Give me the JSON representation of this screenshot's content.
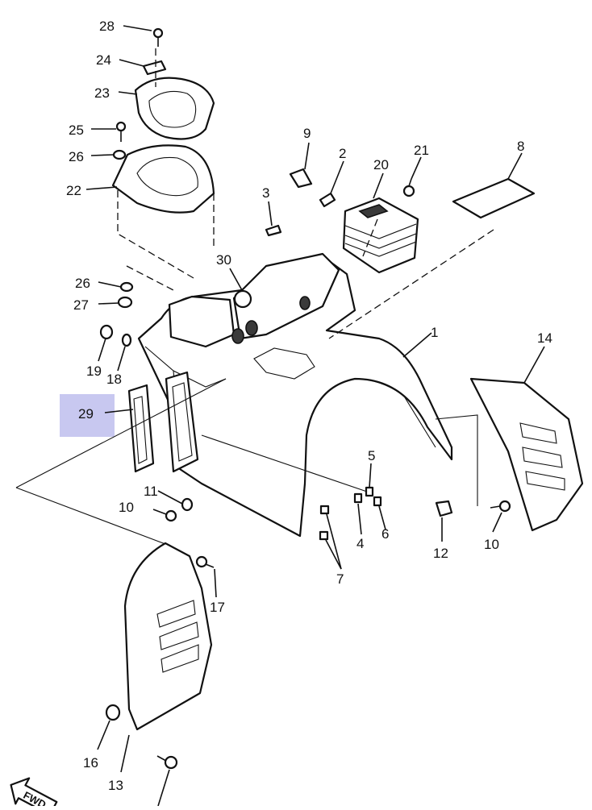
{
  "diagram": {
    "highlight_color": "#c8c8f0",
    "line_color": "#111111",
    "highlighted_part": "29",
    "callouts": [
      {
        "id": "c28",
        "label": "28"
      },
      {
        "id": "c24",
        "label": "24"
      },
      {
        "id": "c23",
        "label": "23"
      },
      {
        "id": "c25",
        "label": "25"
      },
      {
        "id": "c26a",
        "label": "26"
      },
      {
        "id": "c22",
        "label": "22"
      },
      {
        "id": "c9",
        "label": "9"
      },
      {
        "id": "c2",
        "label": "2"
      },
      {
        "id": "c20",
        "label": "20"
      },
      {
        "id": "c21",
        "label": "21"
      },
      {
        "id": "c8",
        "label": "8"
      },
      {
        "id": "c3",
        "label": "3"
      },
      {
        "id": "c30",
        "label": "30"
      },
      {
        "id": "c26b",
        "label": "26"
      },
      {
        "id": "c27",
        "label": "27"
      },
      {
        "id": "c19",
        "label": "19"
      },
      {
        "id": "c18",
        "label": "18"
      },
      {
        "id": "c1",
        "label": "1"
      },
      {
        "id": "c14",
        "label": "14"
      },
      {
        "id": "c29",
        "label": "29"
      },
      {
        "id": "c5",
        "label": "5"
      },
      {
        "id": "c11",
        "label": "11"
      },
      {
        "id": "c10a",
        "label": "10"
      },
      {
        "id": "c4",
        "label": "4"
      },
      {
        "id": "c6",
        "label": "6"
      },
      {
        "id": "c12",
        "label": "12"
      },
      {
        "id": "c10b",
        "label": "10"
      },
      {
        "id": "c7",
        "label": "7"
      },
      {
        "id": "c17",
        "label": "17"
      },
      {
        "id": "c16",
        "label": "16"
      },
      {
        "id": "c13",
        "label": "13"
      }
    ],
    "fwd_label": "FWD"
  }
}
